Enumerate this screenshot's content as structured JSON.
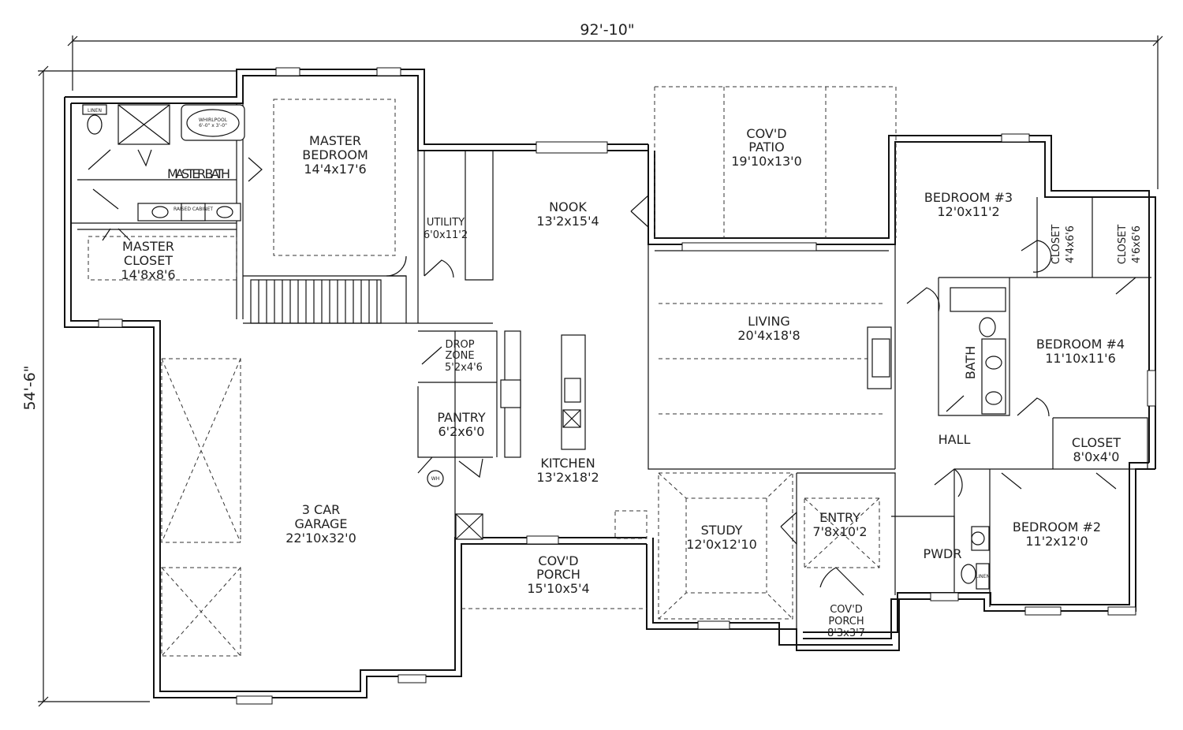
{
  "dimensions": {
    "width": "92'-10\"",
    "depth": "54'-6\""
  },
  "rooms": {
    "master_bath": {
      "name": "MASTER BATH"
    },
    "whirlpool": {
      "name": "WHIRLPOOL",
      "size": "6'-0\" x 3'-0\""
    },
    "linen_top": {
      "name": "LINEN"
    },
    "raised_cabinet": {
      "name": "RAISED CABINET"
    },
    "master_bedroom": {
      "name1": "MASTER",
      "name2": "BEDROOM",
      "size": "14'4x17'6"
    },
    "master_closet": {
      "name1": "MASTER",
      "name2": "CLOSET",
      "size": "14'8x8'6"
    },
    "utility": {
      "name": "UTILITY",
      "size": "6'0x11'2"
    },
    "nook": {
      "name": "NOOK",
      "size": "13'2x15'4"
    },
    "patio": {
      "name1": "COV'D",
      "name2": "PATIO",
      "size": "19'10x13'0"
    },
    "bedroom3": {
      "name": "BEDROOM #3",
      "size": "12'0x11'2"
    },
    "closet_a": {
      "name": "CLOSET",
      "size": "4'4x6'6"
    },
    "closet_b": {
      "name": "CLOSET",
      "size": "4'6x6'6"
    },
    "living": {
      "name": "LIVING",
      "size": "20'4x18'8"
    },
    "drop_zone": {
      "name1": "DROP",
      "name2": "ZONE",
      "size": "5'2x4'6"
    },
    "pantry": {
      "name": "PANTRY",
      "size": "6'2x6'0"
    },
    "kitchen": {
      "name": "KITCHEN",
      "size": "13'2x18'2"
    },
    "wh": {
      "name": "WH"
    },
    "bath": {
      "name": "BATH"
    },
    "bedroom4": {
      "name": "BEDROOM #4",
      "size": "11'10x11'6"
    },
    "hall": {
      "name": "HALL"
    },
    "closet_c": {
      "name": "CLOSET",
      "size": "8'0x4'0"
    },
    "garage": {
      "name1": "3 CAR",
      "name2": "GARAGE",
      "size": "22'10x32'0"
    },
    "study": {
      "name": "STUDY",
      "size": "12'0x12'10"
    },
    "entry": {
      "name": "ENTRY",
      "size": "7'8x10'2"
    },
    "pwdr": {
      "name": "PWDR"
    },
    "linen_small": {
      "name": "LINEN"
    },
    "bedroom2": {
      "name": "BEDROOM #2",
      "size": "11'2x12'0"
    },
    "porch_main": {
      "name1": "COV'D",
      "name2": "PORCH",
      "size": "15'10x5'4"
    },
    "porch_entry": {
      "name1": "COV'D",
      "name2": "PORCH",
      "size": "8'3x3'7"
    }
  }
}
